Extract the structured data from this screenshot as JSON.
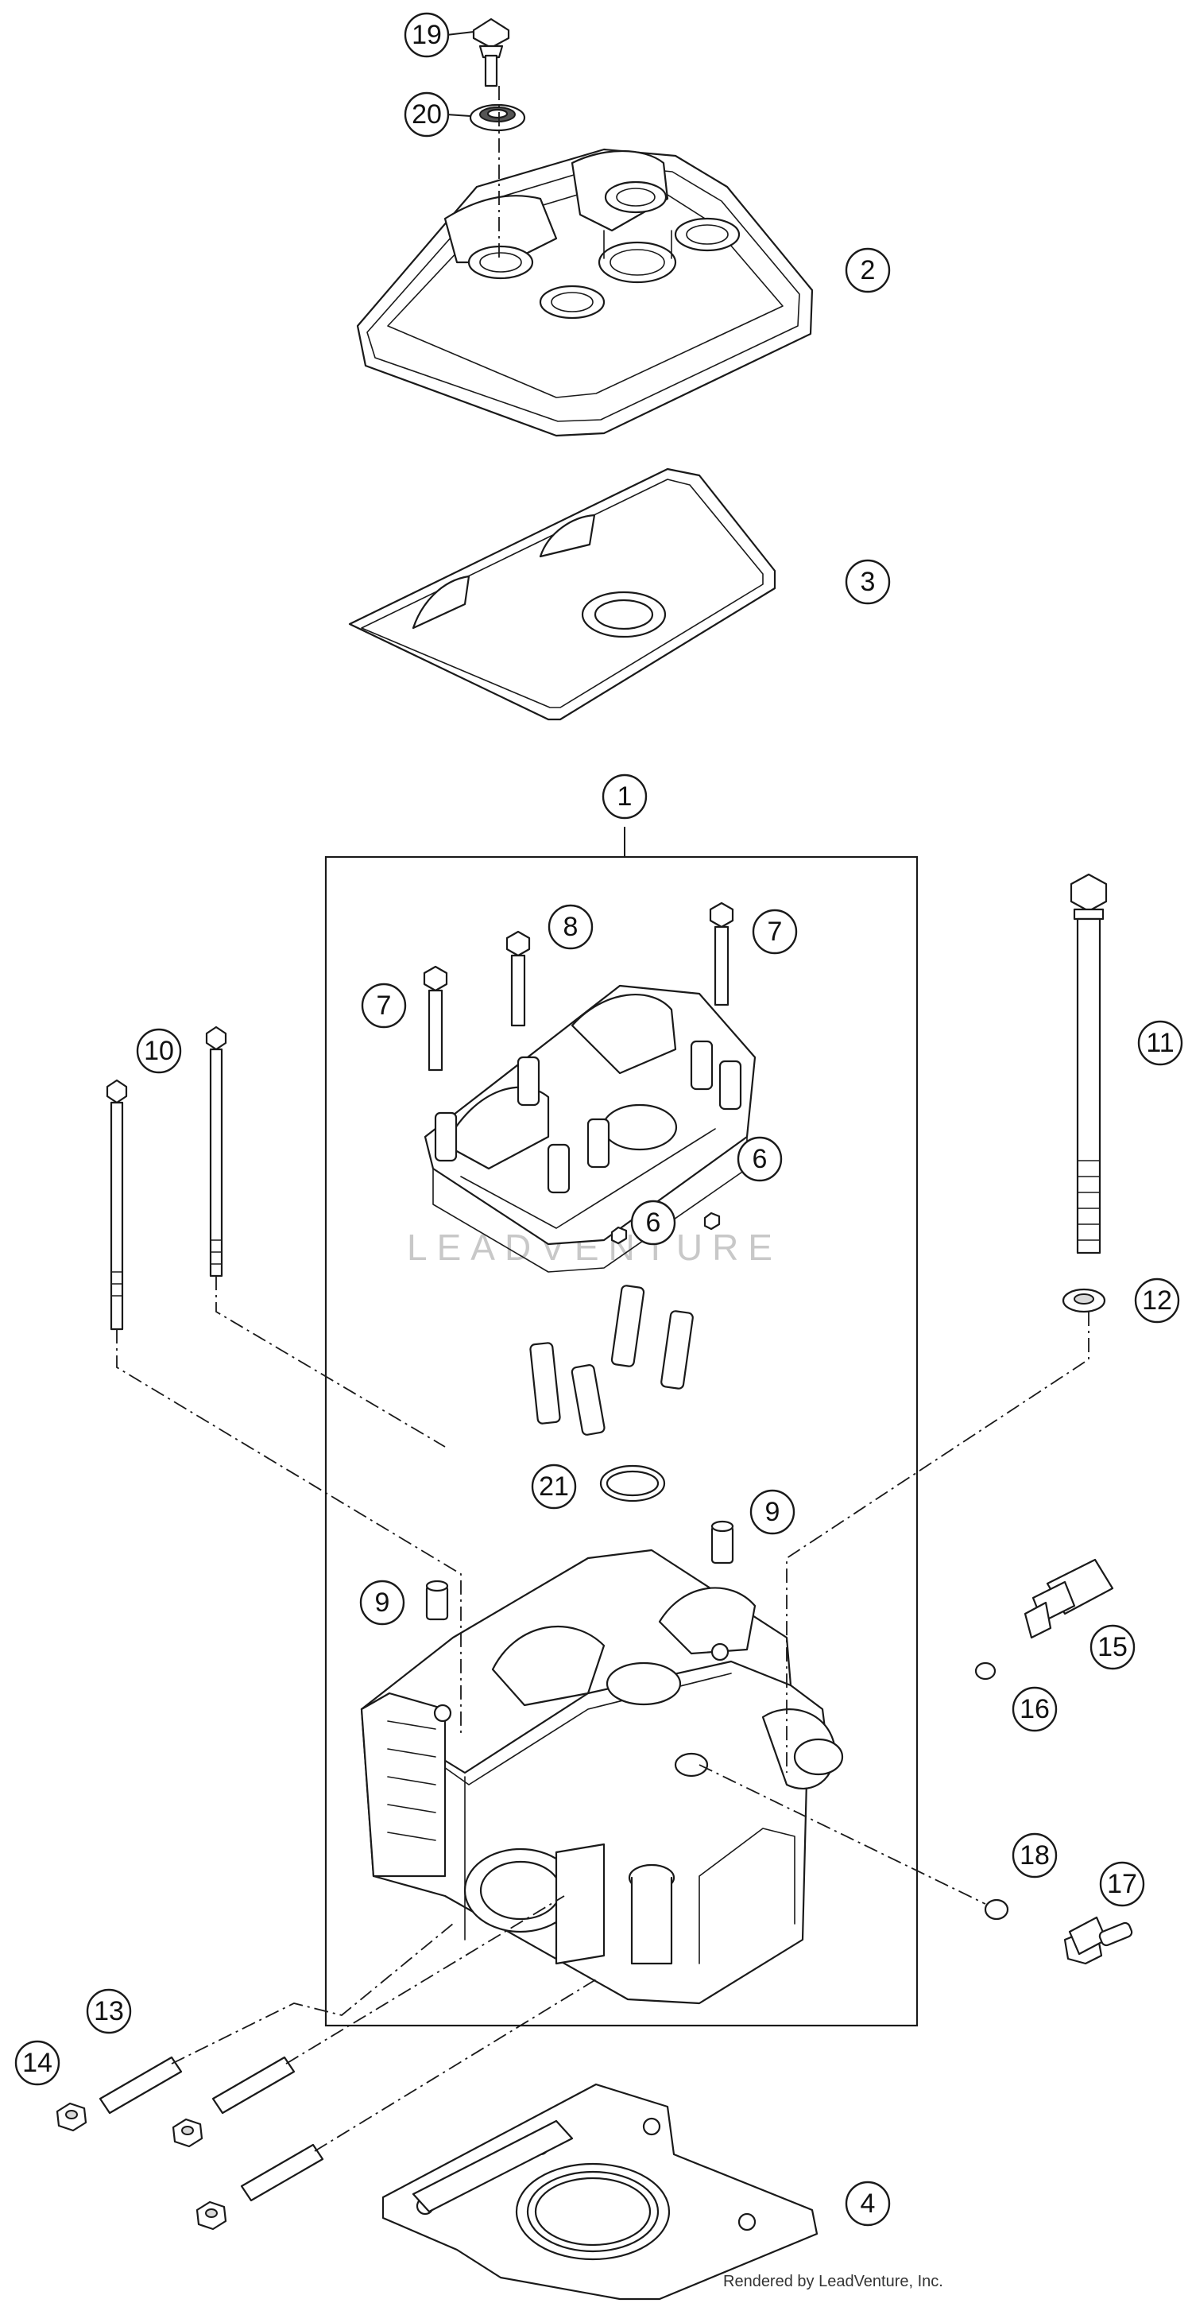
{
  "callouts": [
    "19",
    "20",
    "2",
    "3",
    "1",
    "8",
    "7",
    "7",
    "10",
    "11",
    "6",
    "6",
    "12",
    "21",
    "9",
    "9",
    "15",
    "16",
    "18",
    "17",
    "13",
    "14",
    "4"
  ],
  "watermark": "LEADVENTURE",
  "credit": "Rendered by LeadVenture, Inc."
}
